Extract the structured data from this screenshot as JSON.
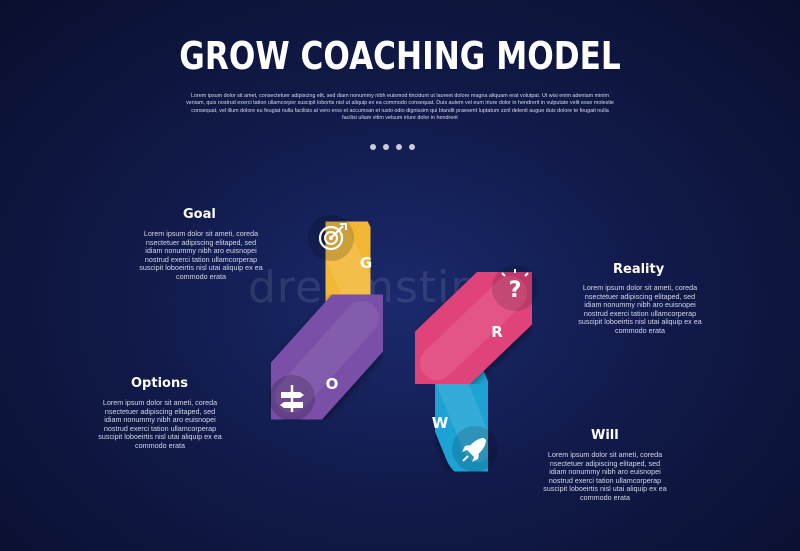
{
  "title": "GROW COACHING MODEL",
  "intro": "Lorem ipsum dolor sit amet, consectetuer adipiscing elit, sed diam nonummy nibh euismod tincidunt ut laoreet dolore magna aliquam erat volutpat. Ut wisi enim adeniam minim veniam, quis nostrud exerci tation ullamcorper suscipit lobortis nisl ut aliquip ex ea commodo consequat. Duis autem vel eum iriure dolor in hendrerit in vulputate velit esse molestie consequat, vel illum dolore eu feugiat nulla facilisis at vero eros et accumsan et iusto odio dignissim qui blandit praesent luptatum zzril delenit augue duis dolore te feugait nulla facilisi ullam vitim velsum iriure dolor in hendrerit",
  "watermark": "dreamstime",
  "steps": [
    {
      "key": "goal",
      "letter": "G",
      "title": "Goal",
      "icon": "target-icon",
      "color": "#f2b734",
      "body": "Lorem ipsum dolor sit ameti, coreda nsectetuer adipiscing elitaped, sed idiam nonummy nibh aro euisnopei nostrud exerci tation ullamcorperap suscipit loboeirtis nisl utai aliquip ex ea commodo erata"
    },
    {
      "key": "reality",
      "letter": "R",
      "title": "Reality",
      "icon": "question-bulb-icon",
      "color": "#e0427a",
      "body": "Lorem ipsum dolor sit ameti, coreda nsectetuer adipiscing elitaped, sed idiam nonummy nibh aro euisnopei nostrud exerci tation ullamcorperap suscipit loboeirtis nisl utai aliquip ex ea commodo erata"
    },
    {
      "key": "options",
      "letter": "O",
      "title": "Options",
      "icon": "signpost-icon",
      "color": "#7a4fa8",
      "body": "Lorem ipsum dolor sit ameti, coreda nsectetuer adipiscing elitaped, sed idiam nonummy nibh aro euisnopei nostrud exerci tation ullamcorperap suscipit loboeirtis nisl utai aliquip ex ea commodo erata"
    },
    {
      "key": "will",
      "letter": "W",
      "title": "Will",
      "icon": "rocket-icon",
      "color": "#1ea3d4",
      "body": "Lorem ipsum dolor sit ameti, coreda nsectetuer adipiscing elitaped, sed idiam nonummy nibh aro euisnopei nostrud exerci tation ullamcorperap suscipit loboeirtis nisl utai aliquip ex ea commodo erata"
    }
  ]
}
